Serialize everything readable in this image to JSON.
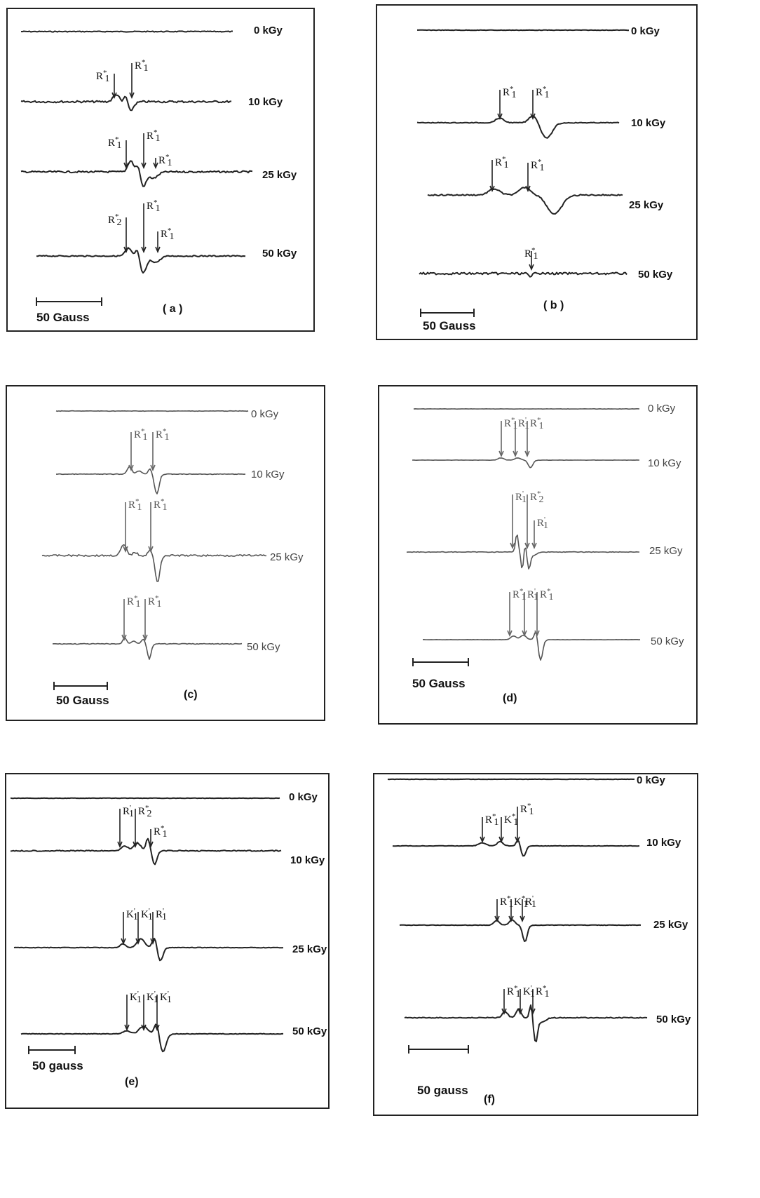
{
  "chart_data": [
    {
      "type": "line",
      "panel": "( a )",
      "scale_label": "50 Gauss",
      "series": [
        {
          "dose": "0 kGy",
          "markers": []
        },
        {
          "dose": "10 kGy",
          "markers": [
            "R*1",
            "R*1"
          ]
        },
        {
          "dose": "25 kGy",
          "markers": [
            "R*1",
            "R*1",
            "R*1"
          ]
        },
        {
          "dose": "50 kGy",
          "markers": [
            "R*2",
            "R*1",
            "R*1"
          ]
        }
      ]
    },
    {
      "type": "line",
      "panel": "( b )",
      "scale_label": "50 Gauss",
      "series": [
        {
          "dose": "0 kGy",
          "markers": []
        },
        {
          "dose": "10 kGy",
          "markers": [
            "R*1",
            "R*1"
          ]
        },
        {
          "dose": "25 kGy",
          "markers": [
            "R*1",
            "R*1"
          ]
        },
        {
          "dose": "50 kGy",
          "markers": [
            "R*1"
          ]
        }
      ]
    },
    {
      "type": "line",
      "panel": "(c)",
      "scale_label": "50 Gauss",
      "series": [
        {
          "dose": "0 kGy",
          "markers": []
        },
        {
          "dose": "10 kGy",
          "markers": [
            "R*1",
            "R*1"
          ]
        },
        {
          "dose": "25 kGy",
          "markers": [
            "R*1",
            "R*1"
          ]
        },
        {
          "dose": "50 kGy",
          "markers": [
            "R*1",
            "R*1"
          ]
        }
      ]
    },
    {
      "type": "line",
      "panel": "(d)",
      "scale_label": "50 Gauss",
      "series": [
        {
          "dose": "0 kGy",
          "markers": []
        },
        {
          "dose": "10 kGy",
          "markers": [
            "R*1",
            "R'1",
            "R*1"
          ]
        },
        {
          "dose": "25 kGy",
          "markers": [
            "R'1",
            "R*2",
            "R'1"
          ]
        },
        {
          "dose": "50 kGy",
          "markers": [
            "R*1",
            "R'1",
            "R*1"
          ]
        }
      ]
    },
    {
      "type": "line",
      "panel": "(e)",
      "scale_label": "50 gauss",
      "series": [
        {
          "dose": "0 kGy",
          "markers": []
        },
        {
          "dose": "10 kGy",
          "markers": [
            "R'1",
            "R*2",
            "R*1"
          ]
        },
        {
          "dose": "25 kGy",
          "markers": [
            "K'1",
            "K'1",
            "R'1"
          ]
        },
        {
          "dose": "50 kGy",
          "markers": [
            "K'1",
            "K'1",
            "K'1"
          ]
        }
      ]
    },
    {
      "type": "line",
      "panel": "(f)",
      "scale_label": "50 gauss",
      "series": [
        {
          "dose": "0 kGy",
          "markers": []
        },
        {
          "dose": "10 kGy",
          "markers": [
            "R*1",
            "K*1",
            "R*1"
          ]
        },
        {
          "dose": "25 kGy",
          "markers": [
            "R*1",
            "K*1",
            "R'1"
          ]
        },
        {
          "dose": "50 kGy",
          "markers": [
            "R*1",
            "K'1",
            "R*1"
          ]
        }
      ]
    }
  ]
}
